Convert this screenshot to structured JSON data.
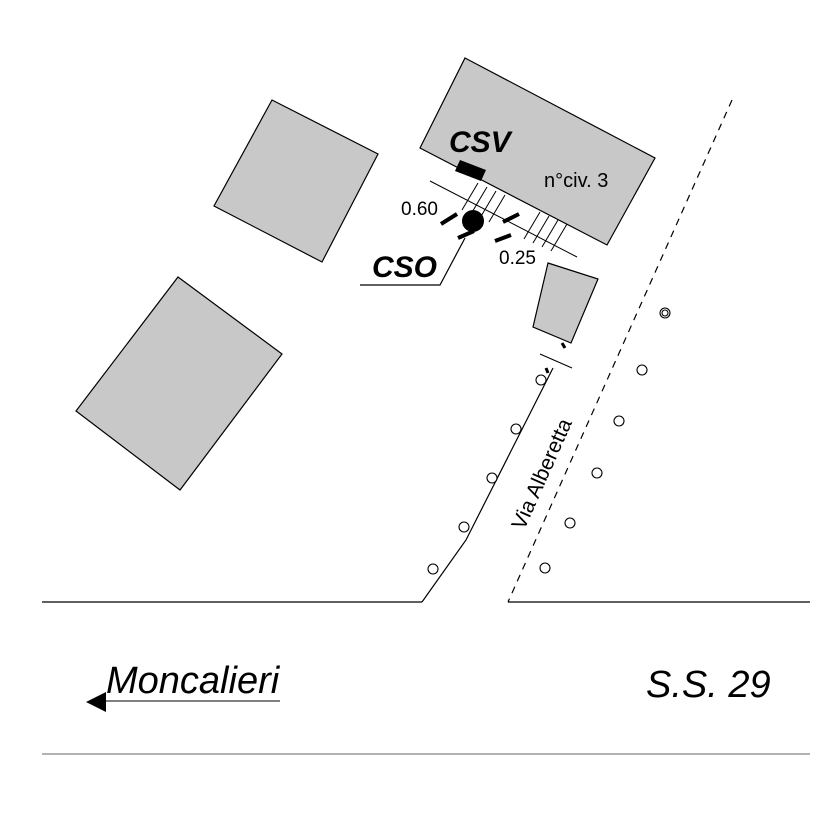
{
  "labels": {
    "csv": "CSV",
    "cso": "CSO",
    "civic_number": "n°civ. 3",
    "dim_left": "0.60",
    "dim_right": "0.25",
    "street_name": "Via Alberetta",
    "direction": "Moncalieri",
    "road": "S.S. 29"
  },
  "icons": {
    "csv_marker": "filled-rectangle",
    "cso_marker": "filled-circle",
    "trees": "open-circle",
    "direction_arrow": "left-arrowhead"
  },
  "colors": {
    "building_fill": "#c8c8c8",
    "ink": "#000000",
    "background": "#ffffff"
  }
}
